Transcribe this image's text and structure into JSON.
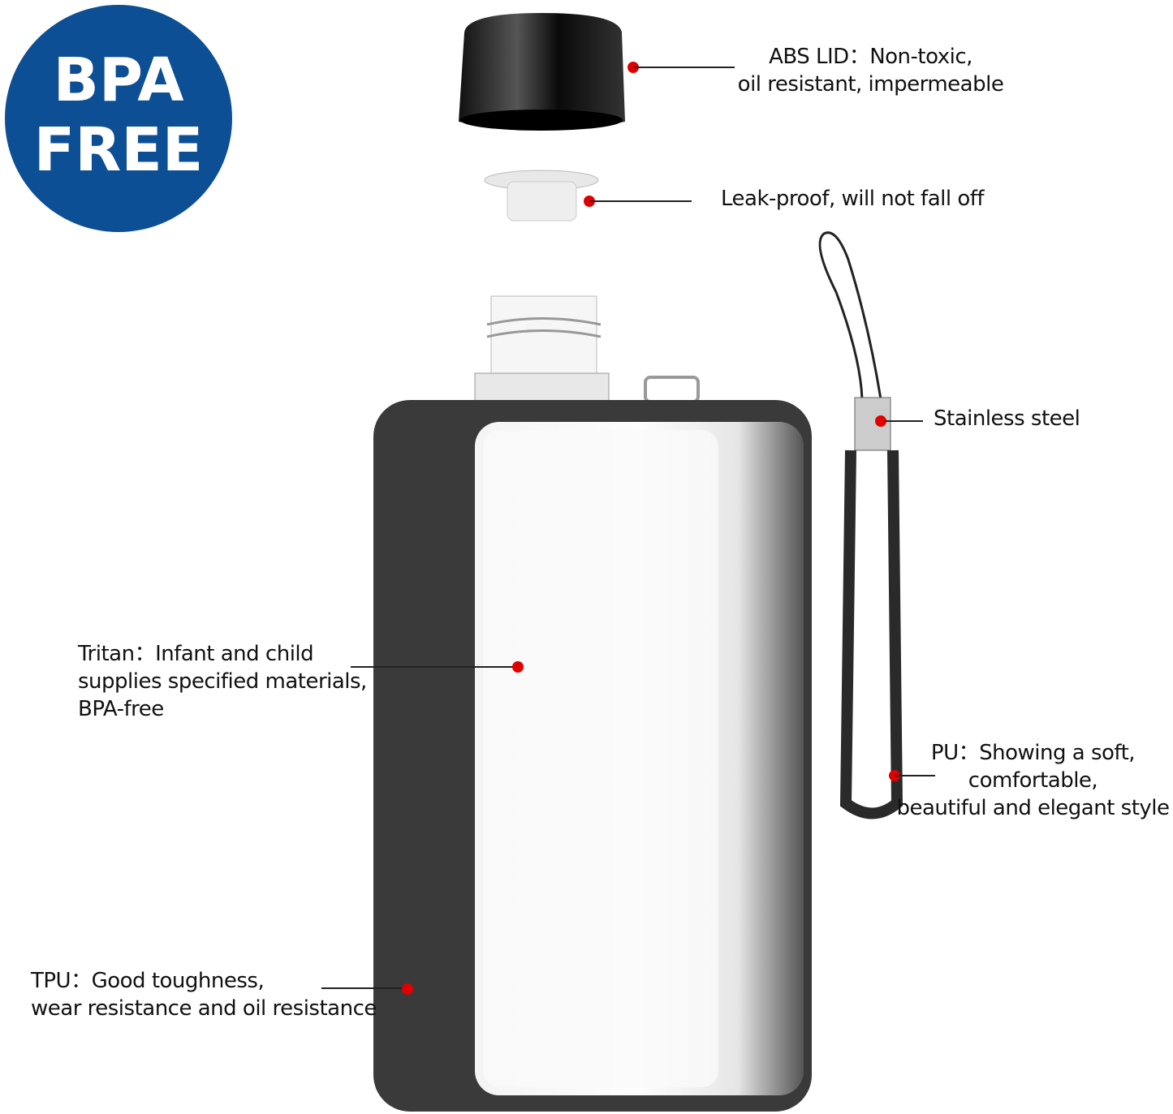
{
  "badge": {
    "line1": "BPA",
    "line2": "FREE",
    "color": "#0d4f94"
  },
  "callouts": {
    "lid": {
      "lines": [
        "ABS LID：Non-toxic,",
        "oil resistant, impermeable"
      ]
    },
    "plug": {
      "lines": [
        "Leak-proof, will not fall off"
      ]
    },
    "clip": {
      "lines": [
        "Stainless steel"
      ]
    },
    "body": {
      "lines": [
        "Tritan：Infant and child",
        "supplies specified materials,",
        "BPA-free"
      ]
    },
    "strap": {
      "lines": [
        "PU：Showing a soft,",
        "comfortable,",
        "beautiful and elegant style"
      ]
    },
    "frame": {
      "lines": [
        "TPU：Good toughness,",
        "wear resistance and oil resistance"
      ]
    }
  },
  "colors": {
    "marker": "#e00000",
    "frame": "#3a3a3a"
  }
}
